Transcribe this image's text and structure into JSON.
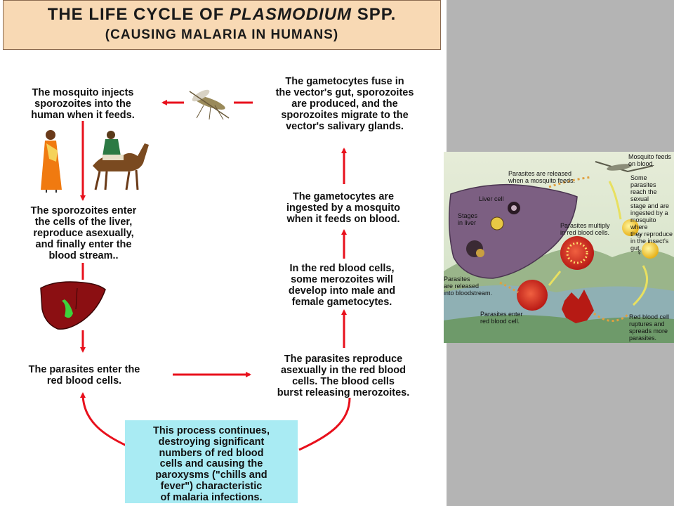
{
  "title": {
    "line1_prefix": "THE LIFE CYCLE OF ",
    "line1_italic": "PLASMODIUM",
    "line1_suffix": " SPP.",
    "line2": "(CAUSING MALARIA IN HUMANS)"
  },
  "steps": {
    "mosquito_injects": [
      "The mosquito injects",
      "sporozoites into the",
      "human when it feeds."
    ],
    "liver": [
      "The sporozoites enter",
      "the cells of the liver,",
      "reproduce asexually,",
      "and finally enter the",
      "blood stream.."
    ],
    "enter_rbc": [
      "The parasites enter the",
      "red blood cells."
    ],
    "reproduce_rbc": [
      "The parasites reproduce",
      "asexually in the red blood",
      "cells.  The blood cells",
      "burst releasing merozoites."
    ],
    "gametocytes_develop": [
      "In the red blood cells,",
      "some merozoites will",
      "develop into male and",
      "female gametocytes."
    ],
    "ingested": [
      "The gametocytes are",
      "ingested by a mosquito",
      "when it feeds on blood."
    ],
    "fuse": [
      "The gametocytes fuse in",
      "the vector's gut, sporozoites",
      "are produced, and the",
      "sporozoites migrate to the",
      "vector's salivary glands."
    ]
  },
  "note": [
    "This process continues,",
    "destroying significant",
    "numbers of red blood",
    "cells and causing the",
    "paroxysms (\"chills and",
    "fever\") characteristic",
    "of malaria infections."
  ],
  "inset_labels": {
    "mosquito_feeds": [
      "Mosquito feeds",
      "on blood."
    ],
    "released": [
      "Parasites are released",
      "when a mosquito feeds."
    ],
    "sexual_stage": [
      "Some parasites",
      "reach the sexual",
      "stage and are",
      "ingested by a",
      "mosquito where",
      "they reproduce",
      "in the insect's gut."
    ],
    "liver_cell": [
      "Liver cell"
    ],
    "stages_liver": [
      "Stages",
      "in liver"
    ],
    "multiply": [
      "Parasites multiply",
      "in red blood cells."
    ],
    "released_blood": [
      "Parasites",
      "are released",
      "into bloodstream."
    ],
    "enter_rbc": [
      "Parasites enter",
      "red blood cell."
    ],
    "rupture": [
      "Red blood cell",
      "ruptures and",
      "spreads more",
      "parasites."
    ],
    "male_symbol": "♂",
    "female_symbol": "♀"
  },
  "colors": {
    "arrow": "#e8101c",
    "title_bg": "#f8d9b4",
    "note_bg": "#a9ebf3",
    "right_bg": "#b4b4b4"
  }
}
